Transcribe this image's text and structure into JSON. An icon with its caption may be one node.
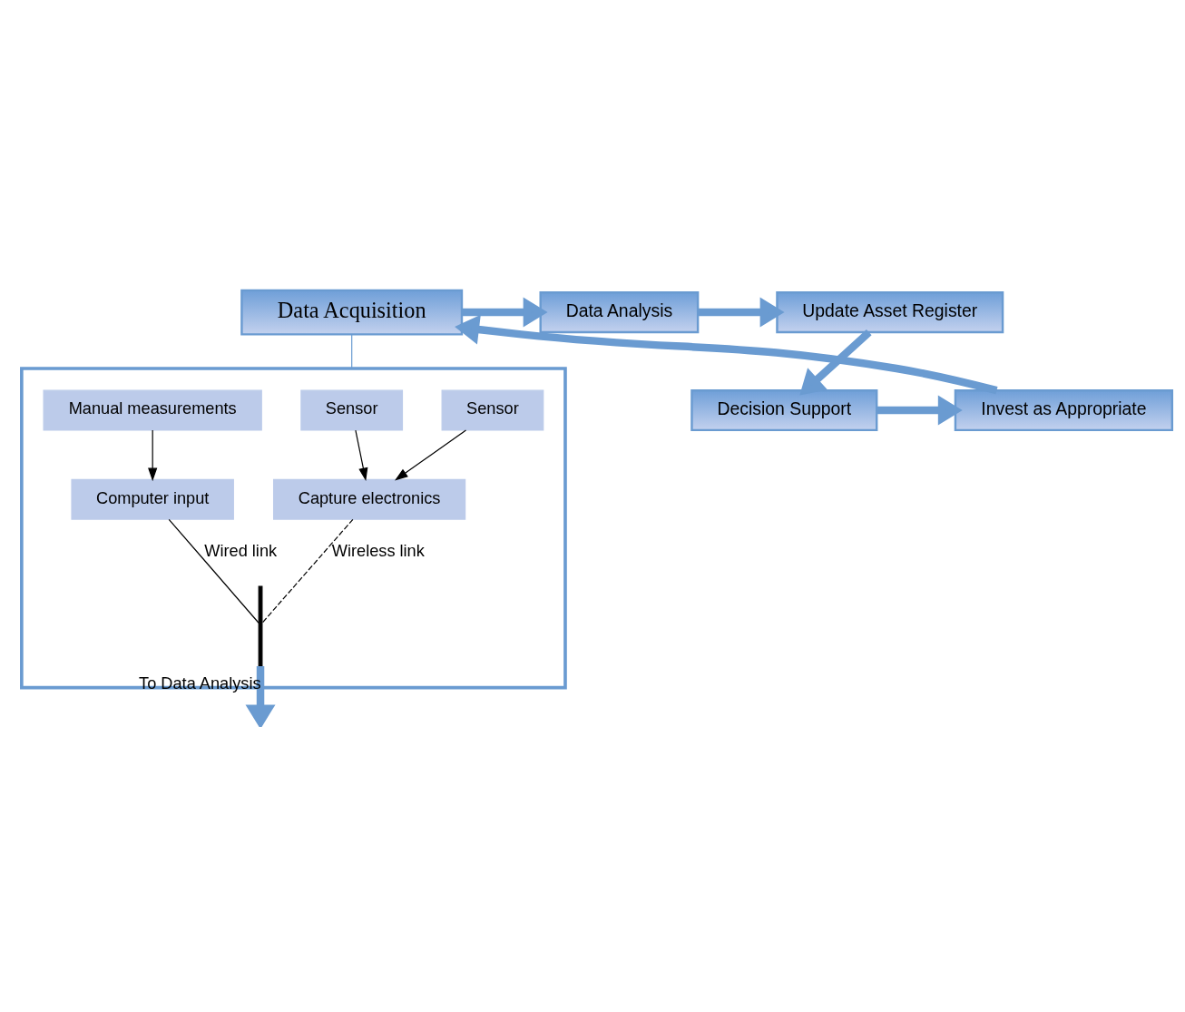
{
  "diagram": {
    "nodes": [
      {
        "text": [
          "Data Acquisition"
        ]
      },
      {
        "text": [
          "Data Analysis"
        ]
      },
      {
        "text": [
          "Update Asset Register"
        ]
      },
      {
        "text": [
          "Decision Support"
        ]
      },
      {
        "text": [
          "Invest as Appropriate"
        ]
      },
      {
        "text": [],
        "shape": "box"
      },
      {
        "text": [
          "Sensor"
        ],
        "in": 5
      },
      {
        "text": [
          "Sensor"
        ],
        "in": 5
      },
      {
        "text": [
          "Manual measurements"
        ],
        "in": 5
      },
      {
        "text": [
          "Capture electronics"
        ],
        "in": 5
      },
      {
        "text": [
          "Computer input"
        ],
        "in": 5
      },
      {
        "text": [],
        "shape": "bar",
        "in": 5
      }
    ],
    "edges": [
      {
        "from": 0,
        "to": 1,
        "arrow": "to",
        "style": "thick",
        "color": "#6a9bd1"
      },
      {
        "from": 1,
        "to": 2,
        "arrow": "to",
        "style": "thick",
        "color": "#6a9bd1"
      },
      {
        "from": 2,
        "to": 3,
        "arrow": "to",
        "style": "thick",
        "color": "#6a9bd1"
      },
      {
        "from": 3,
        "to": 4,
        "arrow": "to",
        "style": "thick",
        "color": "#6a9bd1"
      },
      {
        "from": 4,
        "to": 0,
        "arrow": "to",
        "style": "thick",
        "color": "#6a9bd1"
      },
      {
        "from": 0,
        "to": 5,
        "arrow": "none",
        "color": "#6a9bd1"
      },
      {
        "from": 6,
        "to": 9,
        "arrow": "to",
        "color": "#000000"
      },
      {
        "from": 7,
        "to": 9,
        "arrow": "to",
        "color": "#000000"
      },
      {
        "from": 8,
        "to": 10,
        "arrow": "to",
        "color": "#000000"
      },
      {
        "from": 9,
        "to": 11,
        "arrow": "none",
        "label": "Wireless link",
        "style": "dashed",
        "color": "#000000"
      },
      {
        "from": 10,
        "to": 11,
        "arrow": "none",
        "label": "Wired link",
        "color": "#000000"
      },
      {
        "from": 11,
        "to": null,
        "arrow": "to",
        "label": "To Data Analysis",
        "style": "thick",
        "color": "#6a9bd1"
      }
    ]
  }
}
